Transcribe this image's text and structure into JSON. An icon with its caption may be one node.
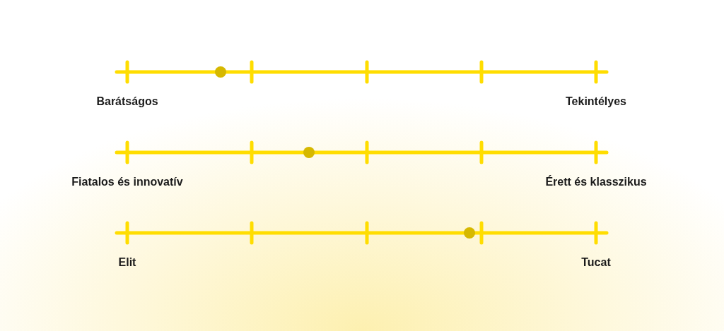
{
  "diagram": {
    "labels": [
      "Barátságos",
      "Tekintélyes",
      "Fiatalos és innovatív",
      "Érett és klasszikus",
      "Elit",
      "Tucat"
    ]
  }
}
